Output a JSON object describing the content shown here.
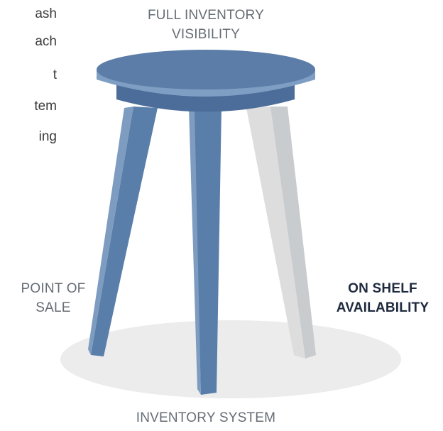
{
  "text_fragments": [
    "ash",
    "ach",
    "t",
    "tem",
    "ing"
  ],
  "labels": {
    "top": [
      "FULL INVENTORY",
      "VISIBILITY"
    ],
    "left": [
      "POINT OF",
      "SALE"
    ],
    "right": [
      "ON SHELF",
      "AVAILABILITY"
    ],
    "bottom": "INVENTORY SYSTEM"
  },
  "colors": {
    "seat_top": "#5b7da8",
    "seat_rim": "#7f9ec3",
    "seat_under": "#4c6d99",
    "leg_blue": "#5a7eaa",
    "leg_blue_shade": "#7d9cc0",
    "leg_grey": "#dddddd",
    "leg_grey_shade": "#c9cccf",
    "shadow": "#ececec",
    "label_grey": "#666d75",
    "label_dark": "#1f2a3e"
  }
}
